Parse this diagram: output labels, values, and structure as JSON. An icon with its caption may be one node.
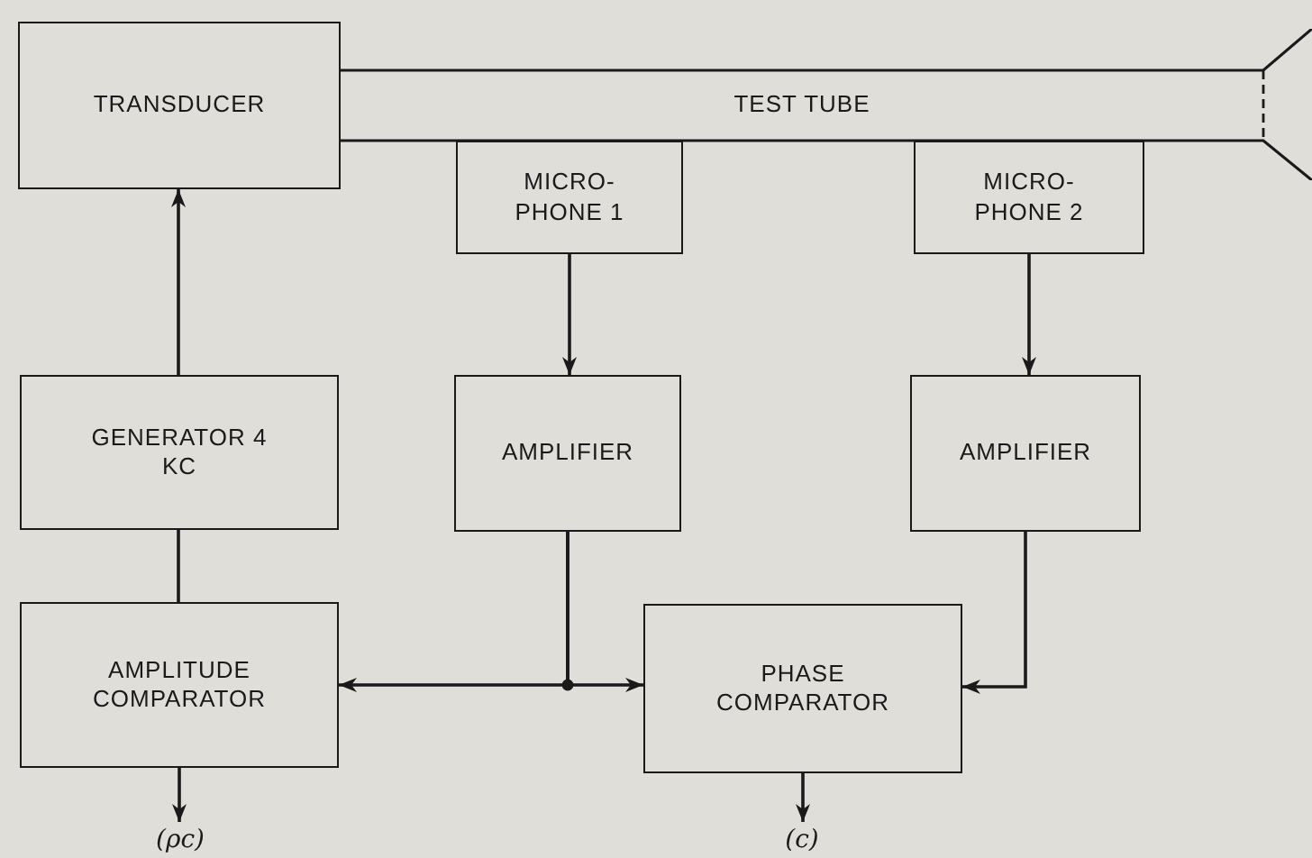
{
  "diagram": {
    "nodes": [
      {
        "text": [
          "TRANSDUCER"
        ]
      },
      {
        "text": [
          "TEST TUBE"
        ]
      },
      {
        "text": [
          "MICRO- PHONE 1"
        ]
      },
      {
        "text": [
          "MICRO- PHONE 2"
        ]
      },
      {
        "text": [
          "GENERATOR 4 KC"
        ]
      },
      {
        "text": [
          "AMPLIFIER"
        ]
      },
      {
        "text": [
          "AMPLIFIER"
        ]
      },
      {
        "text": [
          "AMPLITUDE COMPARATOR"
        ]
      },
      {
        "text": [
          "PHASE COMPARATOR"
        ]
      },
      {
        "text": [
          "(ρc)"
        ]
      },
      {
        "text": [
          "(c)"
        ]
      }
    ],
    "edges": [
      {
        "from": 4,
        "to": 0,
        "arrow": "to"
      },
      {
        "from": 2,
        "to": 5,
        "arrow": "to"
      },
      {
        "from": 3,
        "to": 6,
        "arrow": "to"
      },
      {
        "from": 4,
        "to": 7,
        "arrow": "none"
      },
      {
        "from": 5,
        "to": 7,
        "arrow": "to"
      },
      {
        "from": 5,
        "to": 8,
        "arrow": "to"
      },
      {
        "from": 6,
        "to": 8,
        "arrow": "to"
      },
      {
        "from": 7,
        "to": 9,
        "arrow": "to"
      },
      {
        "from": 8,
        "to": 10,
        "arrow": "to"
      }
    ]
  }
}
